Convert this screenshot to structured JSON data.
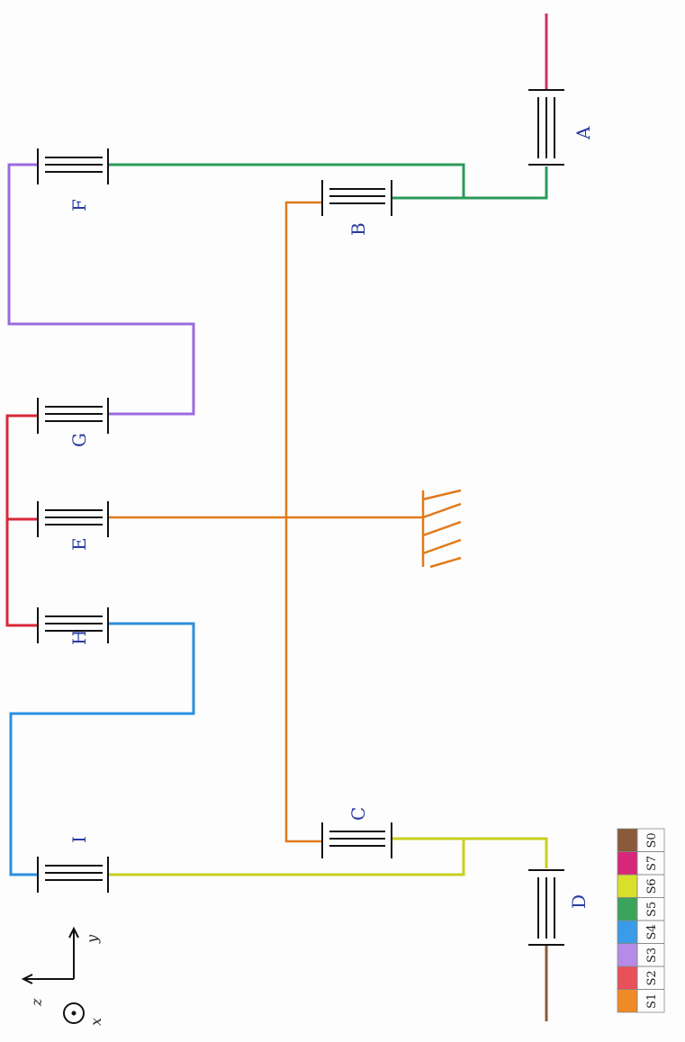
{
  "joints": {
    "A": "A",
    "B": "B",
    "C": "C",
    "D": "D",
    "E": "E",
    "F": "F",
    "G": "G",
    "H": "H",
    "I": "I"
  },
  "axes": {
    "x": "x",
    "y": "y",
    "z": "z"
  },
  "legend": [
    {
      "label": "S1",
      "color": "#f08a24"
    },
    {
      "label": "S2",
      "color": "#e8505a"
    },
    {
      "label": "S3",
      "color": "#b58be8"
    },
    {
      "label": "S4",
      "color": "#3a9be8"
    },
    {
      "label": "S5",
      "color": "#3aa55a"
    },
    {
      "label": "S6",
      "color": "#d8e02a"
    },
    {
      "label": "S7",
      "color": "#d8267a"
    },
    {
      "label": "S0",
      "color": "#8a5a3a"
    }
  ],
  "colors": {
    "S0": "#8a5a3a",
    "S1": "#e07a1a",
    "S2": "#d8283a",
    "S3": "#9a6ae0",
    "S4": "#2a8ee0",
    "S5": "#2a9a5a",
    "S6": "#c8d020",
    "S7": "#d0306a"
  }
}
